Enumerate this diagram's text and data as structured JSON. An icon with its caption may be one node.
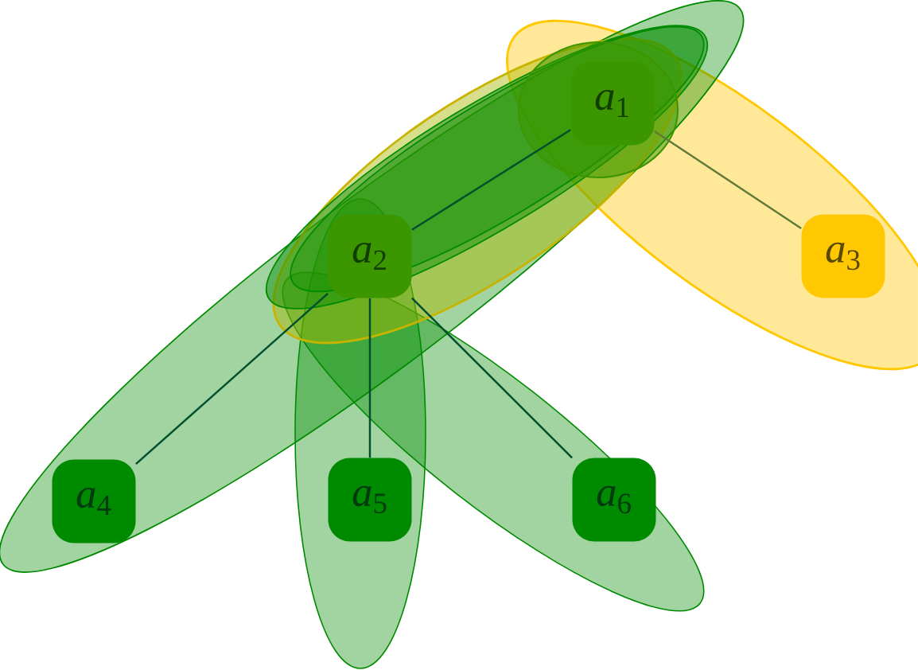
{
  "diagram": {
    "nodes": [
      {
        "text": [
          "*a*$_{1}$"
        ]
      },
      {
        "text": [
          "*a*$_{2}$"
        ]
      },
      {
        "text": [
          "*a*$_{3}$"
        ]
      },
      {
        "text": [
          "*a*$_{4}$"
        ]
      },
      {
        "text": [
          "*a*$_{5}$"
        ]
      },
      {
        "text": [
          "*a*$_{6}$"
        ]
      }
    ],
    "edges": [
      {
        "from": 0,
        "to": 1,
        "arrow": "none"
      },
      {
        "from": 0,
        "to": 2,
        "arrow": "none",
        "color": "#5f7b37"
      },
      {
        "from": 1,
        "to": 3,
        "arrow": "none"
      },
      {
        "from": 1,
        "to": 4,
        "arrow": "none"
      },
      {
        "from": 1,
        "to": 5,
        "arrow": "none"
      }
    ]
  }
}
